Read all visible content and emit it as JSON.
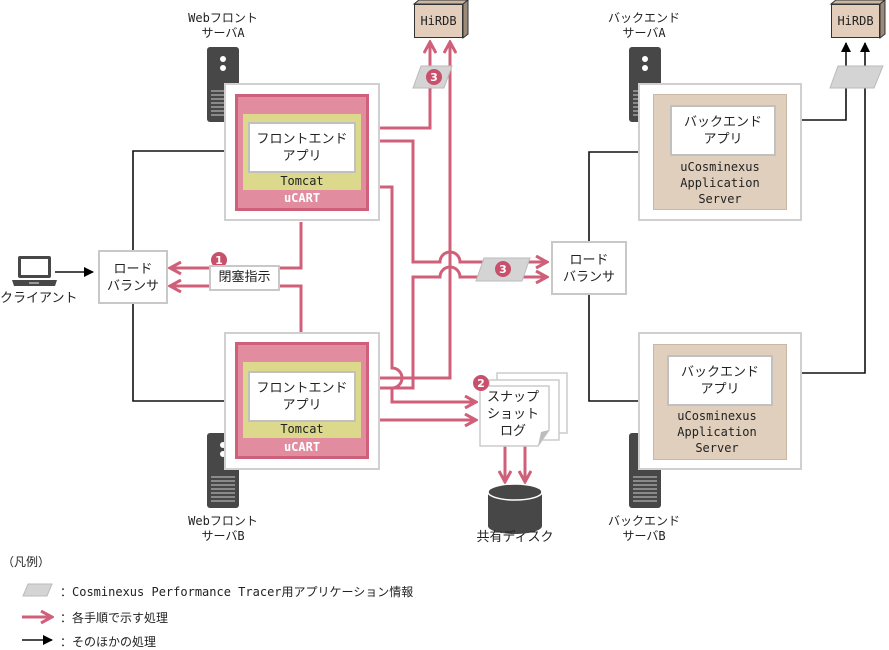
{
  "nodes": {
    "client": {
      "label": "クライアント",
      "icon": "laptop-icon"
    },
    "load_balancer_front": {
      "line1": "ロード",
      "line2": "バランサ"
    },
    "load_balancer_back": {
      "line1": "ロード",
      "line2": "バランサ"
    },
    "web_front_a": {
      "line1": "Webフロント",
      "line2": "サーバA"
    },
    "web_front_b": {
      "line1": "Webフロント",
      "line2": "サーバB"
    },
    "backend_server_a": {
      "line1": "バックエンド",
      "line2": "サーバA"
    },
    "backend_server_b": {
      "line1": "バックエンド",
      "line2": "サーバB"
    },
    "front_app": {
      "line1": "フロントエンド",
      "line2": "アプリ"
    },
    "tomcat": "Tomcat",
    "ucart": "uCART",
    "backend_app": {
      "line1": "バックエンド",
      "line2": "アプリ"
    },
    "app_server": {
      "line1": "uCosminexus",
      "line2": "Application",
      "line3": "Server"
    },
    "hirdb_front": "HiRDB",
    "hirdb_back": "HiRDB",
    "block_instruction": "閉塞指示",
    "snapshot_log": {
      "line1": "スナップ",
      "line2": "ショット",
      "line3": "ログ"
    },
    "shared_disk": "共有ディスク"
  },
  "steps": {
    "step1": "1",
    "step2": "2",
    "step3": "3"
  },
  "legend": {
    "title": "（凡例）",
    "items": [
      {
        "symbol": "parallelogram",
        "text": "：Cosminexus Performance Tracer用アプリケーション情報"
      },
      {
        "symbol": "pink-arrow",
        "text": "：各手順で示す処理"
      },
      {
        "symbol": "black-arrow",
        "text": "：そのほかの処理"
      }
    ]
  },
  "colors": {
    "process_arrow": "#d0607a",
    "other_arrow": "#000000",
    "ucart_fill": "#e28ca0",
    "tomcat_fill": "#dcd88c",
    "app_server_fill": "#e0cfbc",
    "server_body": "#474747",
    "info_fill": "#d4d4d4"
  }
}
